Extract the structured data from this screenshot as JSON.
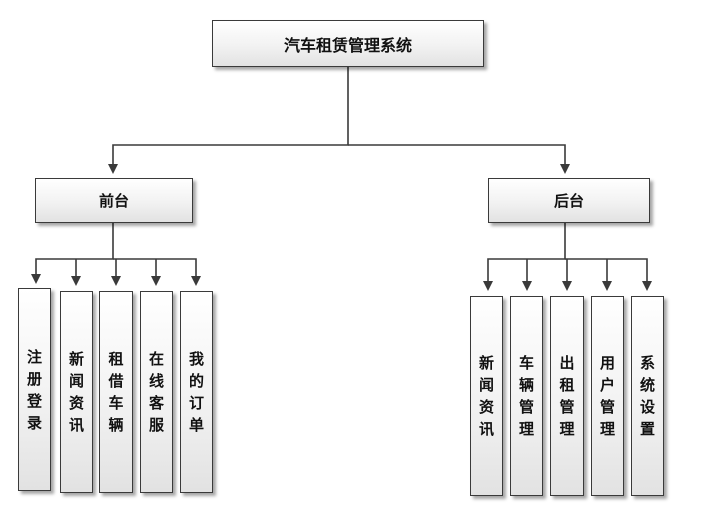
{
  "root": {
    "label": "汽车租赁管理系统"
  },
  "branches": [
    {
      "label": "前台",
      "children": [
        "注册登录",
        "新闻资讯",
        "租借车辆",
        "在线客服",
        "我的订单"
      ]
    },
    {
      "label": "后台",
      "children": [
        "新闻资讯",
        "车辆管理",
        "出租管理",
        "用户管理",
        "系统设置"
      ]
    }
  ],
  "colors": {
    "line": "#3a3a3a",
    "box_border": "#3a3a3a"
  }
}
